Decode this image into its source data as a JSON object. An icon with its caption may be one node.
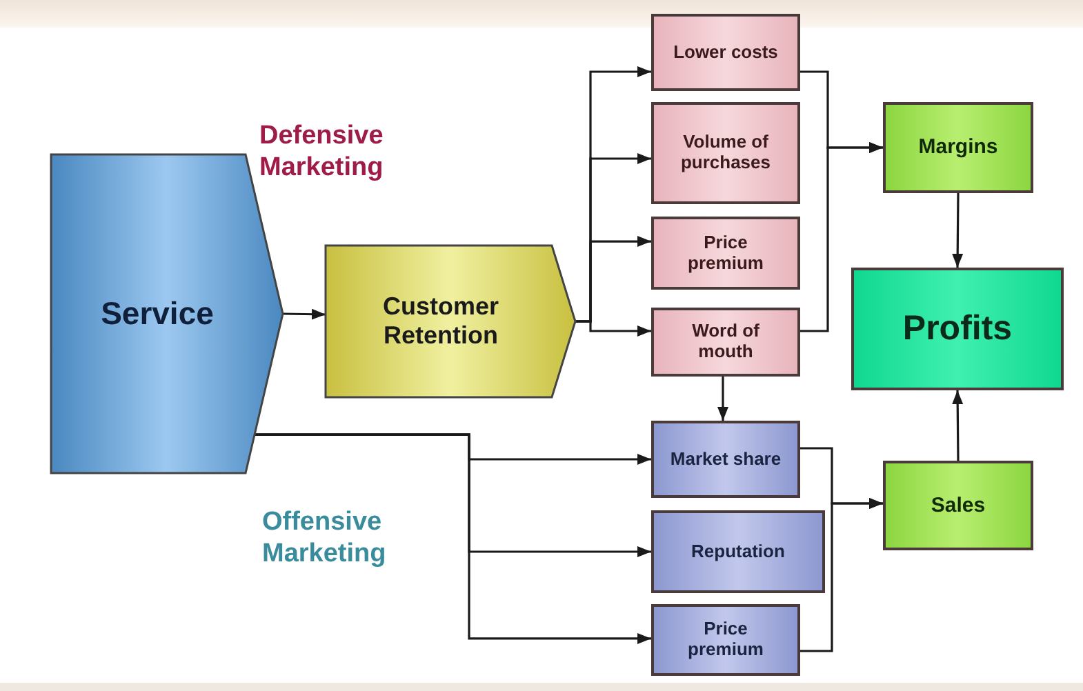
{
  "diagram": {
    "nodes": [
      {
        "text": [
          "Service"
        ]
      },
      {
        "text": [
          "Customer Retention"
        ]
      },
      {
        "text": [
          "Lower costs"
        ]
      },
      {
        "text": [
          "Volume of purchases"
        ]
      },
      {
        "text": [
          "Price premium"
        ]
      },
      {
        "text": [
          "Word of mouth"
        ]
      },
      {
        "text": [
          "Market share"
        ]
      },
      {
        "text": [
          "Reputation"
        ]
      },
      {
        "text": [
          "Price premium"
        ]
      },
      {
        "text": [
          "Margins"
        ]
      },
      {
        "text": [
          "Profits"
        ]
      },
      {
        "text": [
          "Sales"
        ]
      }
    ],
    "edges": [
      {
        "from": 0,
        "to": 1,
        "arrow": "to"
      },
      {
        "from": 1,
        "to": 2,
        "arrow": "to"
      },
      {
        "from": 1,
        "to": 3,
        "arrow": "to"
      },
      {
        "from": 1,
        "to": 4,
        "arrow": "to"
      },
      {
        "from": 1,
        "to": 5,
        "arrow": "to"
      },
      {
        "from": 2,
        "to": 9,
        "arrow": "to"
      },
      {
        "from": 5,
        "to": 9,
        "arrow": "to"
      },
      {
        "from": 5,
        "to": 6,
        "arrow": "to"
      },
      {
        "from": 0,
        "to": 6,
        "arrow": "to"
      },
      {
        "from": 0,
        "to": 7,
        "arrow": "to"
      },
      {
        "from": 0,
        "to": 8,
        "arrow": "to"
      },
      {
        "from": 6,
        "to": 11,
        "arrow": "to"
      },
      {
        "from": 8,
        "to": 11,
        "arrow": "to"
      },
      {
        "from": 9,
        "to": 10,
        "arrow": "to"
      },
      {
        "from": 11,
        "to": 10,
        "arrow": "to"
      }
    ],
    "labels": [
      "Defensive Marketing",
      "Offensive Marketing"
    ]
  }
}
